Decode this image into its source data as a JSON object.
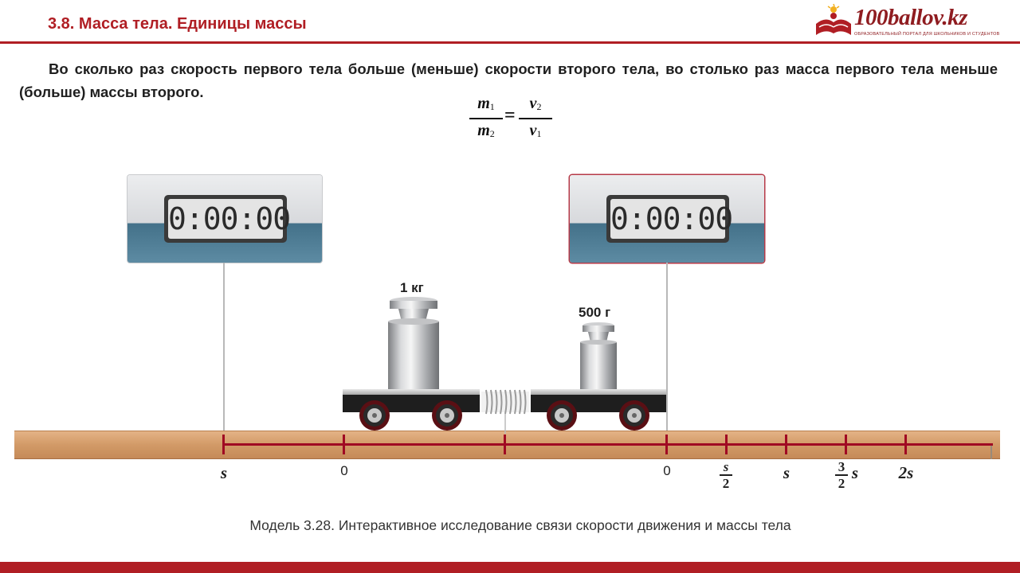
{
  "header": {
    "title": "3.8. Масса тела. Единицы массы",
    "logo_text": "100ballov.kz",
    "logo_tagline": "ОБРАЗОВАТЕЛЬНЫЙ ПОРТАЛ ДЛЯ ШКОЛЬНИКОВ И СТУДЕНТОВ"
  },
  "intro_text": "Во сколько раз скорость первого тела больше (меньше) скорости второго тела, во столько раз масса первого тела меньше (больше) массы второго.",
  "formula": {
    "lhs_num": "m",
    "lhs_num_sub": "1",
    "lhs_den": "m",
    "lhs_den_sub": "2",
    "eq": "=",
    "rhs_num": "v",
    "rhs_num_sub": "2",
    "rhs_den": "v",
    "rhs_den_sub": "1"
  },
  "timers": {
    "left": {
      "display": "0:00:00"
    },
    "right": {
      "display": "0:00:00"
    }
  },
  "masses": {
    "left_label": "1 кг",
    "right_label": "500 г"
  },
  "ruler": {
    "labels": {
      "s_left": "s",
      "zero_left": "0",
      "zero_right": "0",
      "s_half_num": "s",
      "s_half_den": "2",
      "s": "s",
      "three_half_num": "3",
      "three_half_den": "2",
      "three_half_s": "s",
      "two_s": "2s"
    }
  },
  "caption": "Модель 3.28. Интерактивное исследование связи скорости движения и массы тела",
  "colors": {
    "accent": "#b01e24",
    "ruler": "#a00a23",
    "board": "#d29a67"
  }
}
